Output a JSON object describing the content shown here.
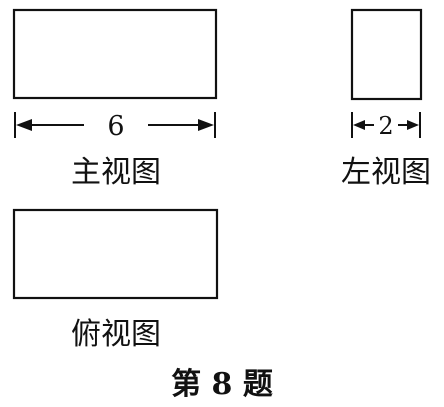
{
  "figure": {
    "front_view": {
      "label": "主视图",
      "dimension": "6"
    },
    "left_view": {
      "label": "左视图",
      "dimension": "2"
    },
    "top_view": {
      "label": "俯视图"
    },
    "caption": "第 8 题"
  }
}
